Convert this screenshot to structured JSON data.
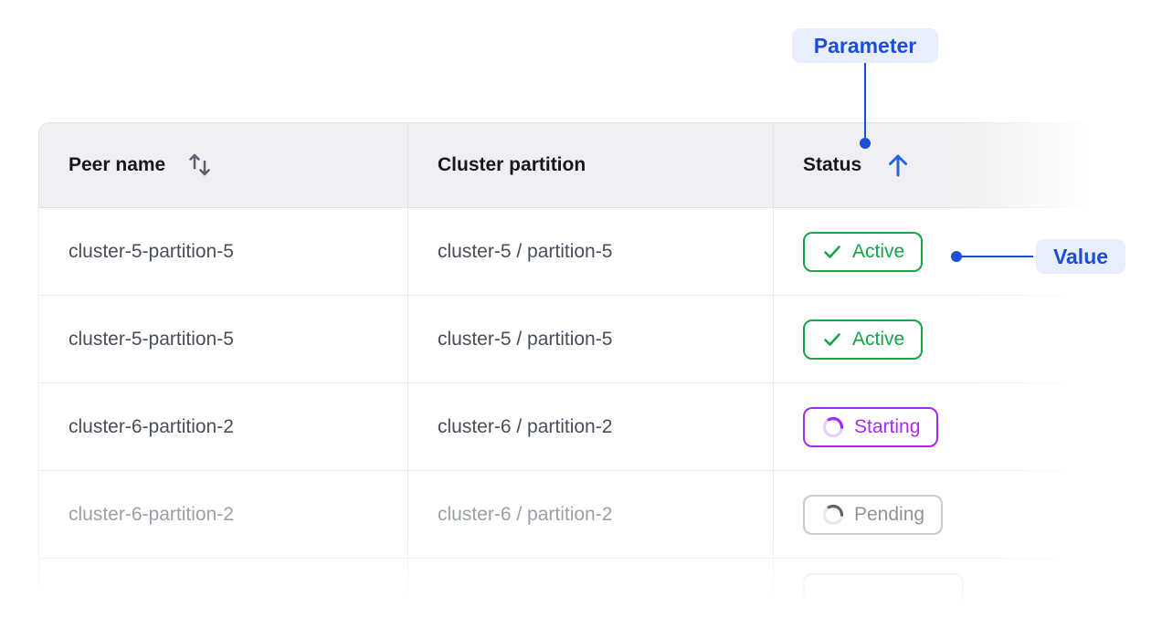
{
  "annotations": {
    "parameter_label": "Parameter",
    "value_label": "Value",
    "accent_color": "#1d4ed8",
    "badge_bg": "#e8eefb"
  },
  "table": {
    "columns": [
      {
        "label": "Peer name",
        "sort_state": "sortable"
      },
      {
        "label": "Cluster partition",
        "sort_state": "none"
      },
      {
        "label": "Status",
        "sort_state": "ascending"
      }
    ],
    "rows": [
      {
        "peer_name": "cluster-5-partition-5",
        "cluster_partition": "cluster-5 / partition-5",
        "status": "Active",
        "status_kind": "active",
        "muted": false,
        "partial": false
      },
      {
        "peer_name": "cluster-5-partition-5",
        "cluster_partition": "cluster-5 / partition-5",
        "status": "Active",
        "status_kind": "active",
        "muted": false,
        "partial": false
      },
      {
        "peer_name": "cluster-6-partition-2",
        "cluster_partition": "cluster-6 / partition-2",
        "status": "Starting",
        "status_kind": "starting",
        "muted": false,
        "partial": false
      },
      {
        "peer_name": "cluster-6-partition-2",
        "cluster_partition": "cluster-6 / partition-2",
        "status": "Pending",
        "status_kind": "pending",
        "muted": true,
        "partial": false
      },
      {
        "peer_name": "",
        "cluster_partition": "",
        "status": "",
        "status_kind": "ghost",
        "muted": true,
        "partial": true
      }
    ],
    "status_colors": {
      "active": "#16a34a",
      "starting": "#a32cf0",
      "pending_text": "#8f939b"
    },
    "icons": {
      "peer_name_header": "sort-arrows-icon",
      "status_header": "arrow-up-icon",
      "active_badge": "check-icon",
      "starting_badge": "spinner-icon",
      "pending_badge": "spinner-icon"
    }
  }
}
